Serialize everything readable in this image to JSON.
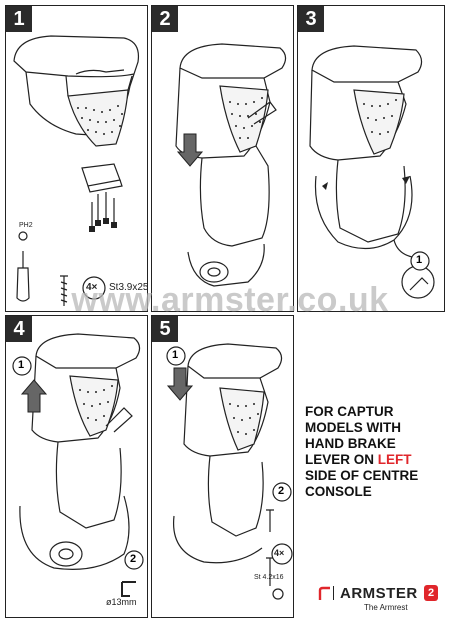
{
  "steps": [
    "1",
    "2",
    "3",
    "4",
    "5"
  ],
  "panel1": {
    "driver_label": "PH2",
    "screw_count": "4×",
    "screw_spec": "St3.9x25"
  },
  "panel3": {
    "callout": "1"
  },
  "panel4": {
    "callout_top": "1",
    "callout_bottom": "2",
    "hex_size": "ø13mm"
  },
  "panel5": {
    "callout_top": "1",
    "callout_bottom": "2",
    "screw_count": "4×",
    "screw_spec": "St 4.2x16"
  },
  "watermark": "www.armster.co.uk",
  "note": {
    "line1": "FOR CAPTUR",
    "line2": "MODELS WITH",
    "line3": "HAND BRAKE",
    "line4_pre": "LEVER ON ",
    "line4_red": "LEFT",
    "line5": "SIDE OF CENTRE",
    "line6": "CONSOLE"
  },
  "brand": {
    "name": "ARMSTER",
    "badge": "2",
    "tagline": "The Armrest",
    "accent_color": "#e0262b"
  }
}
